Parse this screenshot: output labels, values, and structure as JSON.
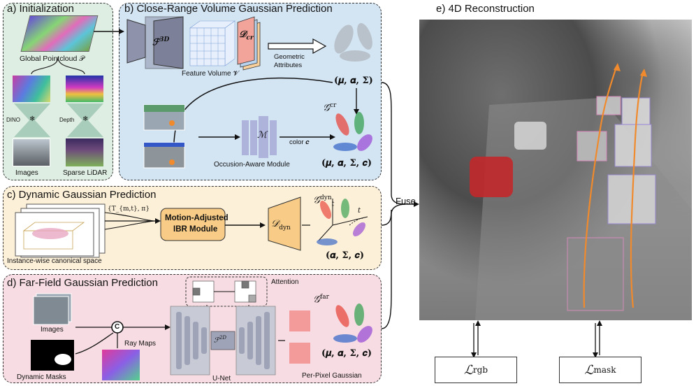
{
  "panels": {
    "a": {
      "title": "a) Initialization",
      "pointcloud_label": "Global Pointcloud 𝒫",
      "dino_label": "DINO",
      "depth_label": "Depth",
      "images_label": "Images",
      "lidar_label": "Sparse LiDAR"
    },
    "b": {
      "title": "b) Close-Range Volume Gaussian Prediction",
      "f3d_label": "ℱ",
      "f3d_sup": "3D",
      "dcr_label": "𝒟",
      "dcr_sub": "cr",
      "feature_volume_label": "Feature Volume 𝓥",
      "geo_attr_label_1": "Geometric",
      "geo_attr_label_2": "Attributes",
      "params_top": "(𝝁, 𝜶, 𝚺)",
      "gcr_label": "𝒢",
      "gcr_sup": "cr",
      "m_label": "ℳ",
      "occ_module_label": "Occusion-Aware Module",
      "color_label": "color 𝒄",
      "params_bottom": "(𝝁, 𝜶, 𝚺, 𝒄)"
    },
    "c": {
      "title": "c) Dynamic Gaussian Prediction",
      "transform_label": "{T_{m,t}, π}",
      "ibr_label_1": "Motion-Adjusted",
      "ibr_label_2": "IBR Module",
      "ddyn_label": "𝒟",
      "ddyn_sub": "dyn",
      "gdyn_label": "𝒢",
      "gdyn_sup": "dyn",
      "gdyn_sub": "t",
      "t_label": "t",
      "canonical_label": "Instance-wise canonical space",
      "params": "(𝜶, 𝚺, 𝒄)"
    },
    "d": {
      "title": "d) Far-Field Gaussian Prediction",
      "attention_label": "Attention",
      "images_label": "Images",
      "concat_symbol": "C",
      "ray_maps_label": "Ray Maps",
      "masks_label": "Dynamic Masks",
      "f2d_label": "ℱ",
      "f2d_sup": "2D",
      "unet_label": "U-Net",
      "gfar_label": "𝒢",
      "gfar_sup": "far",
      "params": "(𝝁, 𝜶, 𝚺, 𝒄)",
      "per_pixel_label": "Per-Pixel Gaussian"
    },
    "e": {
      "title": "e) 4D Reconstruction",
      "fuse_label": "Fuse",
      "loss_rgb": "ℒ",
      "loss_rgb_sub": "rgb",
      "loss_mask": "ℒ",
      "loss_mask_sub": "mask"
    }
  },
  "colors": {
    "panel_a_bg": "#dfeee3",
    "panel_b_bg": "#d3e4f3",
    "panel_c_bg": "#fdf0d8",
    "panel_d_bg": "#f7dde3",
    "dcr_fill": "#f2a39a",
    "ddyn_fill": "#f8cc86",
    "ibr_fill": "#f8cc86",
    "trajectory": "#f08a2c",
    "gaussian_red": "#e8483f",
    "gaussian_green": "#3aa154",
    "gaussian_blue": "#3b69c8",
    "gaussian_purple": "#9b4fd6"
  }
}
